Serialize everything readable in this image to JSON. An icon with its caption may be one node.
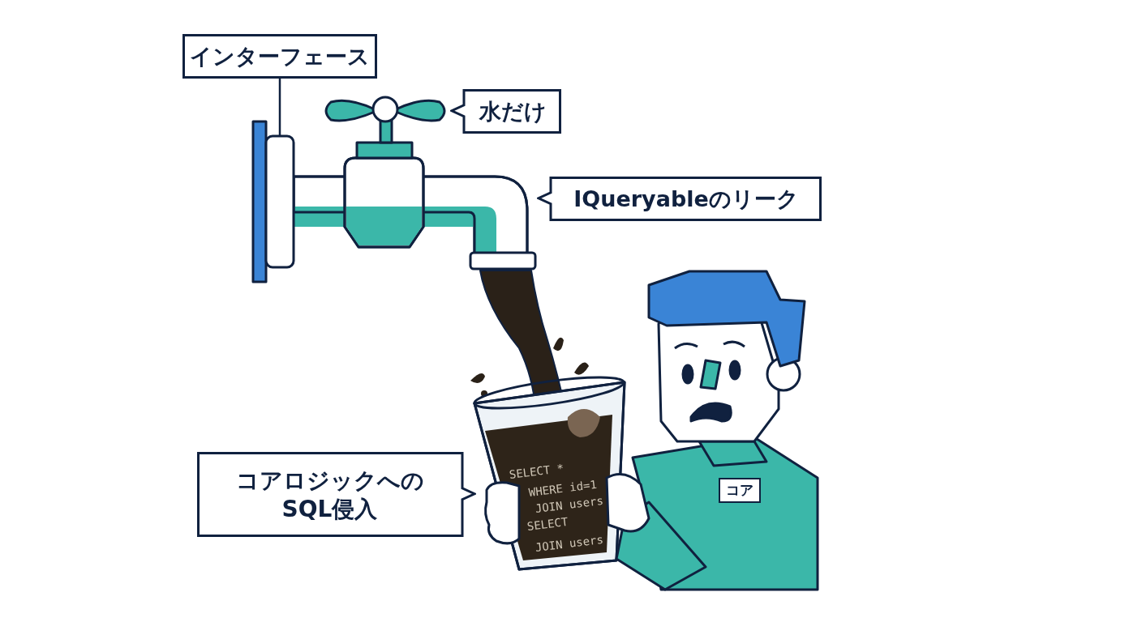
{
  "diagram": {
    "nodes": [
      {
        "text": [
          "インターフェース"
        ]
      },
      {
        "text": [],
        "shape": "box"
      },
      {
        "text": [
          "水だけ"
        ]
      },
      {
        "text": [
          "IQueryableのリーク"
        ]
      },
      {
        "text": [
          "コアロジックへの SQL侵入"
        ]
      }
    ],
    "edges": [
      {
        "from": 0,
        "to": 1,
        "arrow": "none"
      }
    ],
    "labels": [
      "SELECT *",
      "WHERE id=1",
      "JOIN users",
      "SELECT",
      "JOIN users",
      "コア"
    ]
  }
}
